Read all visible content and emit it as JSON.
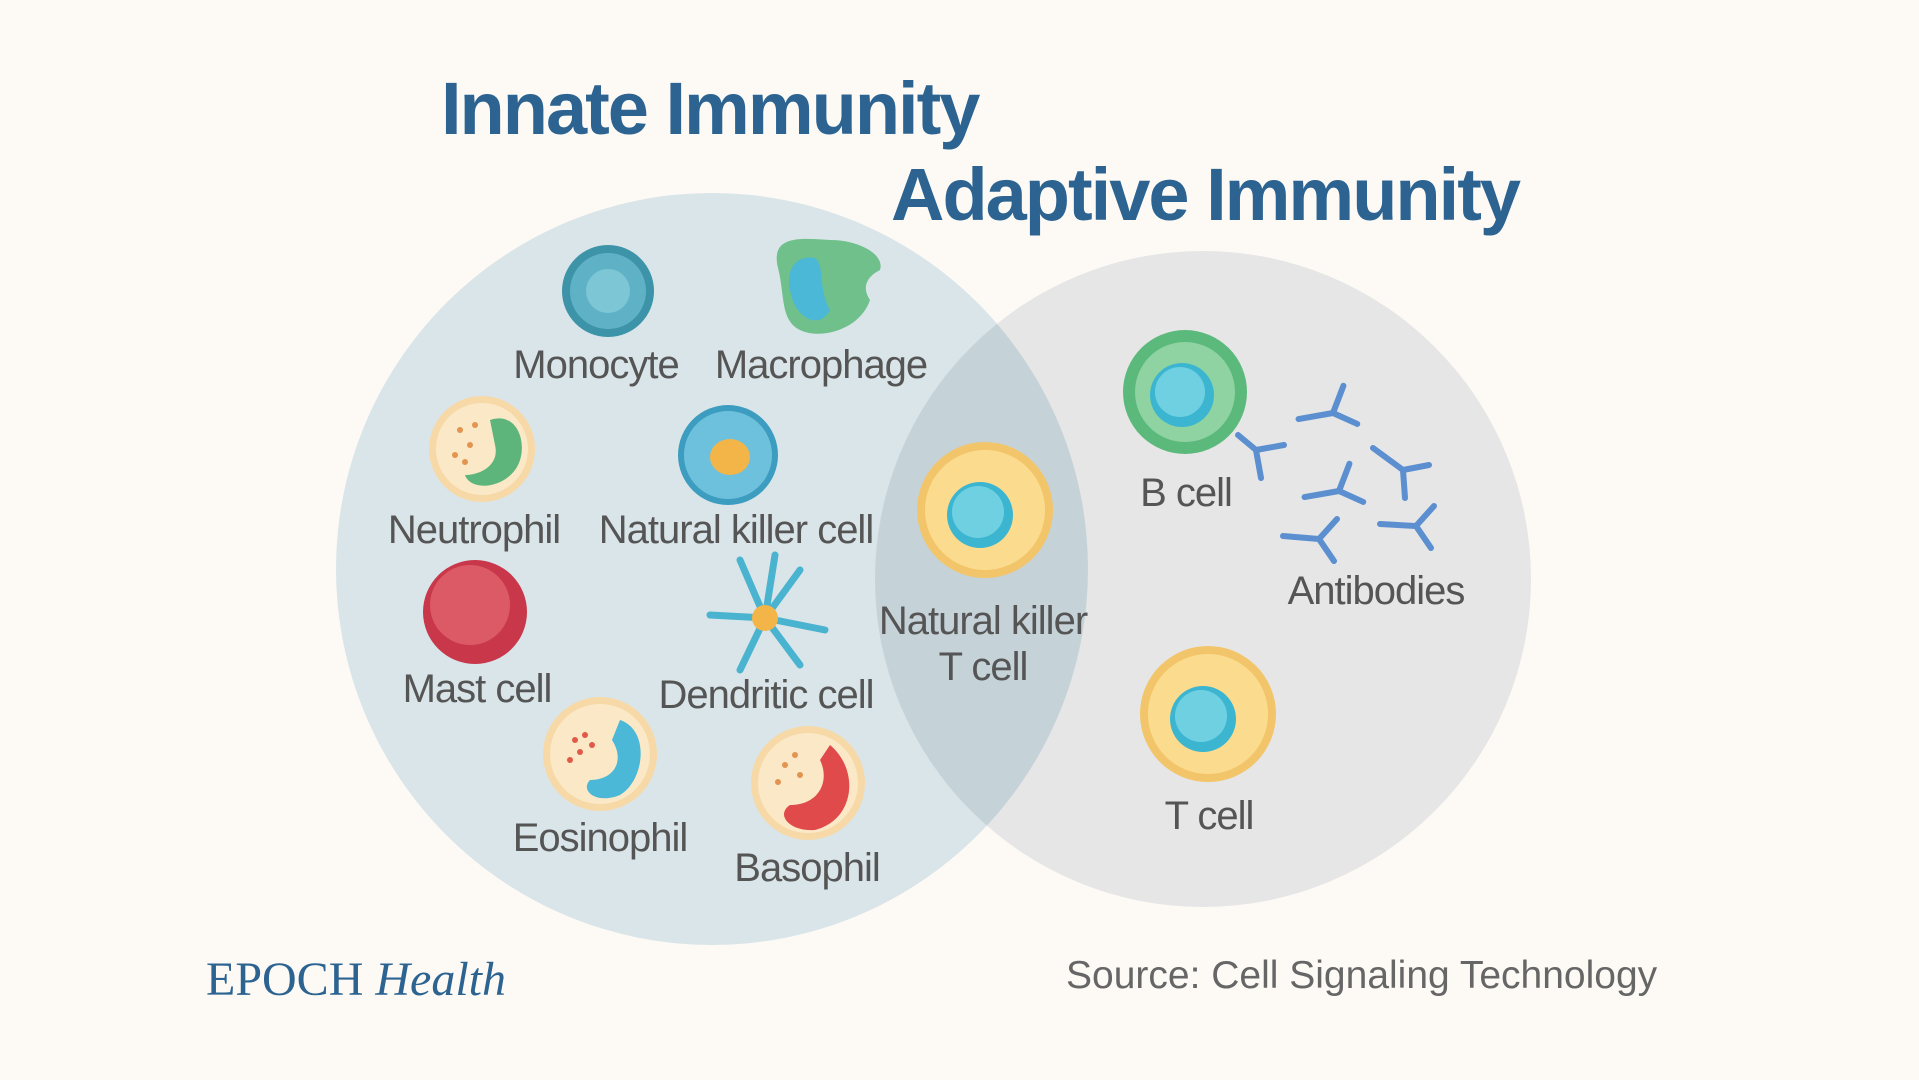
{
  "titles": {
    "innate": "Innate Immunity",
    "adaptive": "Adaptive Immunity"
  },
  "innate_cells": [
    "Monocyte",
    "Macrophage",
    "Neutrophil",
    "Natural killer cell",
    "Mast cell",
    "Dendritic cell",
    "Eosinophil",
    "Basophil"
  ],
  "shared_cells": {
    "nkt_line1": "Natural killer",
    "nkt_line2": "T cell"
  },
  "adaptive_cells": [
    "B cell",
    "Antibodies",
    "T cell"
  ],
  "logo": {
    "brand": "EPOCH",
    "section": "Health"
  },
  "source": "Source: Cell Signaling Technology",
  "colors": {
    "title": "#2c6391",
    "innate_circle": "#d9e5e8",
    "adaptive_circle": "#e8ebef",
    "background": "#fdfaf6"
  }
}
